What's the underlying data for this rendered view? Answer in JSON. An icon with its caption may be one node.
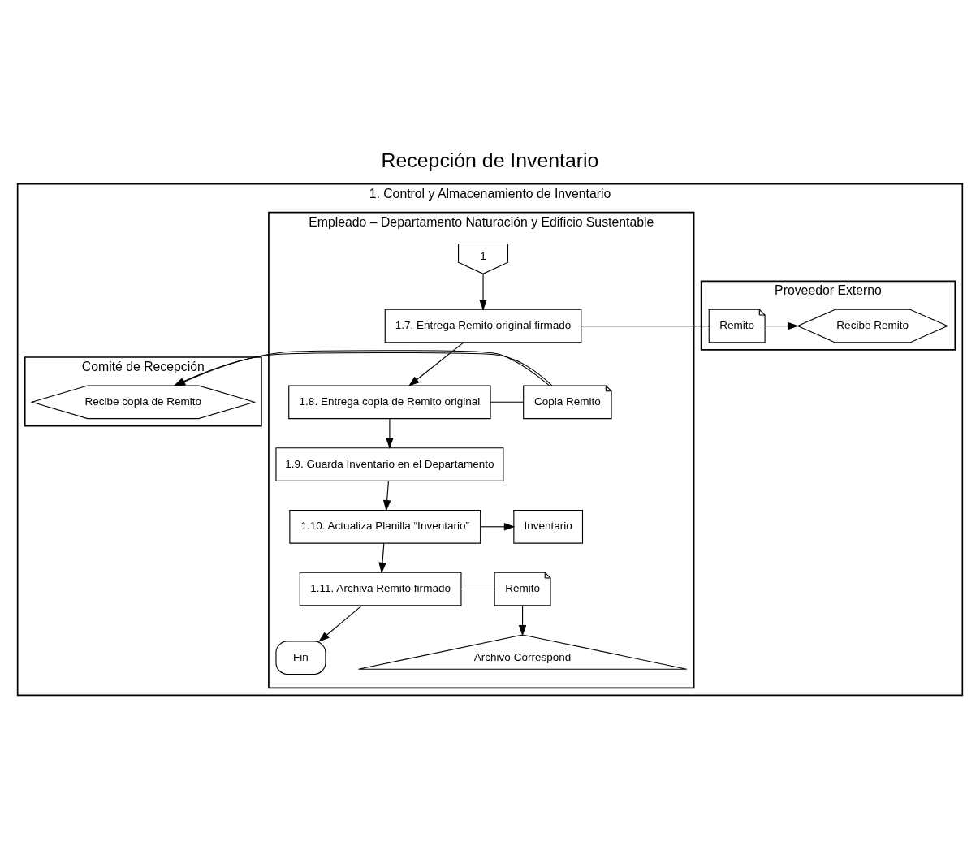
{
  "diagram": {
    "title": "Recepción de Inventario",
    "nodes": [
      {
        "text": [
          "1. Control y Almacenamiento de Inventario"
        ]
      },
      {
        "text": [
          "Proveedor Externo"
        ],
        "in": 0
      },
      {
        "text": [
          "Recibe Remito"
        ],
        "in": 1
      },
      {
        "text": [
          "Empleado – Departamento Naturación y Edificio Sustentable"
        ],
        "in": 0
      },
      {
        "text": [
          "1"
        ],
        "in": 3
      },
      {
        "text": [
          "1.7. Entrega Remito original firmado"
        ],
        "in": 3
      },
      {
        "text": [
          "Remito"
        ],
        "in": 1
      },
      {
        "text": [
          "1.8. Entrega copia de Remito original"
        ],
        "in": 3
      },
      {
        "text": [
          "Copia Remito"
        ],
        "in": 3
      },
      {
        "text": [
          "1.9. Guarda Inventario en el Departamento"
        ],
        "in": 3
      },
      {
        "text": [
          "1.10. Actualiza Planilla “Inventario”"
        ],
        "in": 3
      },
      {
        "text": [
          "Inventario"
        ],
        "in": 3
      },
      {
        "text": [
          "1.11. Archiva Remito firmado"
        ],
        "in": 3
      },
      {
        "text": [
          "Remito"
        ],
        "in": 3
      },
      {
        "text": [
          "Fin"
        ],
        "in": 3
      },
      {
        "text": [
          "Archivo Correspond"
        ],
        "in": 3
      },
      {
        "text": [
          "Comité de Recepción"
        ],
        "in": 0
      },
      {
        "text": [
          "Recibe copia de Remito"
        ],
        "in": 16
      }
    ],
    "edges": [
      {
        "from": 4,
        "to": 5,
        "arrow": "to"
      },
      {
        "from": 5,
        "to": 6,
        "arrow": "none"
      },
      {
        "from": 6,
        "to": 2,
        "arrow": "to"
      },
      {
        "from": 5,
        "to": 7,
        "arrow": "to"
      },
      {
        "from": 7,
        "to": 8,
        "arrow": "none"
      },
      {
        "from": 8,
        "to": 17,
        "arrow": "to"
      },
      {
        "from": 7,
        "to": 9,
        "arrow": "to"
      },
      {
        "from": 9,
        "to": 10,
        "arrow": "to"
      },
      {
        "from": 10,
        "to": 11,
        "arrow": "to"
      },
      {
        "from": 10,
        "to": 12,
        "arrow": "to"
      },
      {
        "from": 12,
        "to": 13,
        "arrow": "none"
      },
      {
        "from": 13,
        "to": 15,
        "arrow": "to"
      },
      {
        "from": 12,
        "to": 14,
        "arrow": "to"
      }
    ]
  }
}
